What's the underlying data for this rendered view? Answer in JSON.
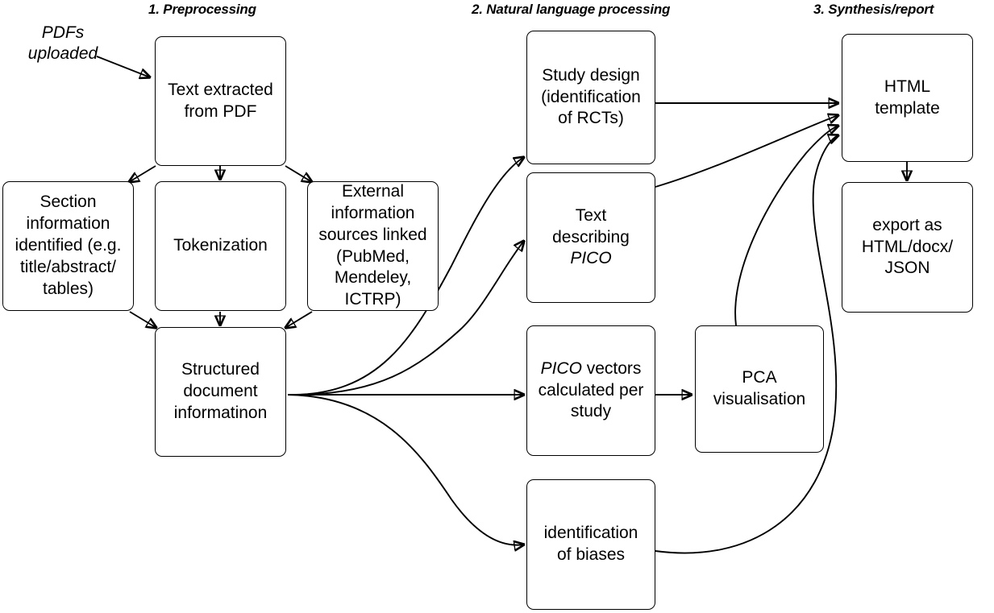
{
  "diagram": {
    "title_bar": {
      "sections": [
        {
          "id": "preprocessing",
          "label": "1. Preprocessing"
        },
        {
          "id": "nlp",
          "label": "2. Natural language processing"
        },
        {
          "id": "synthesis",
          "label": "3. Synthesis/report"
        }
      ]
    },
    "annotations": [
      {
        "id": "pdfs-uploaded",
        "line1": "PDFs",
        "line2": "uploaded"
      }
    ],
    "nodes": [
      {
        "id": "text-extracted",
        "line1": "Text extracted",
        "line2": "from PDF"
      },
      {
        "id": "section-information",
        "line1": "Section",
        "line2": "information",
        "line3": "identified (e.g.",
        "line4": "title/abstract/",
        "line5": "tables)"
      },
      {
        "id": "tokenization",
        "line1": "Tokenization"
      },
      {
        "id": "external-sources",
        "line1": "External",
        "line2": "information",
        "line3": "sources linked",
        "line4": "(PubMed,",
        "line5": "Mendeley,",
        "line6": "ICTRP)"
      },
      {
        "id": "structured-document",
        "line1": "Structured",
        "line2": "document",
        "line3": "informatinon"
      },
      {
        "id": "study-design",
        "line1": "Study design",
        "line2": "(identification",
        "line3": "of RCTs)"
      },
      {
        "id": "text-describing-pico",
        "line1": "Text",
        "line2": "describing",
        "line3_italic": "PICO"
      },
      {
        "id": "pico-vectors",
        "line1_italic": "PICO",
        "line1_rest": " vectors",
        "line2": "calculated per",
        "line3": "study"
      },
      {
        "id": "pca-visualisation",
        "line1": "PCA",
        "line2": "visualisation"
      },
      {
        "id": "identification-of-biases",
        "line1": "identification",
        "line2": "of biases"
      },
      {
        "id": "html-template",
        "line1": "HTML",
        "line2": "template"
      },
      {
        "id": "export-as",
        "line1": "export as",
        "line2": "HTML/docx/",
        "line3": "JSON"
      }
    ],
    "colors": {
      "stroke": "#000000",
      "fill": "#ffffff",
      "text": "#000000"
    }
  }
}
